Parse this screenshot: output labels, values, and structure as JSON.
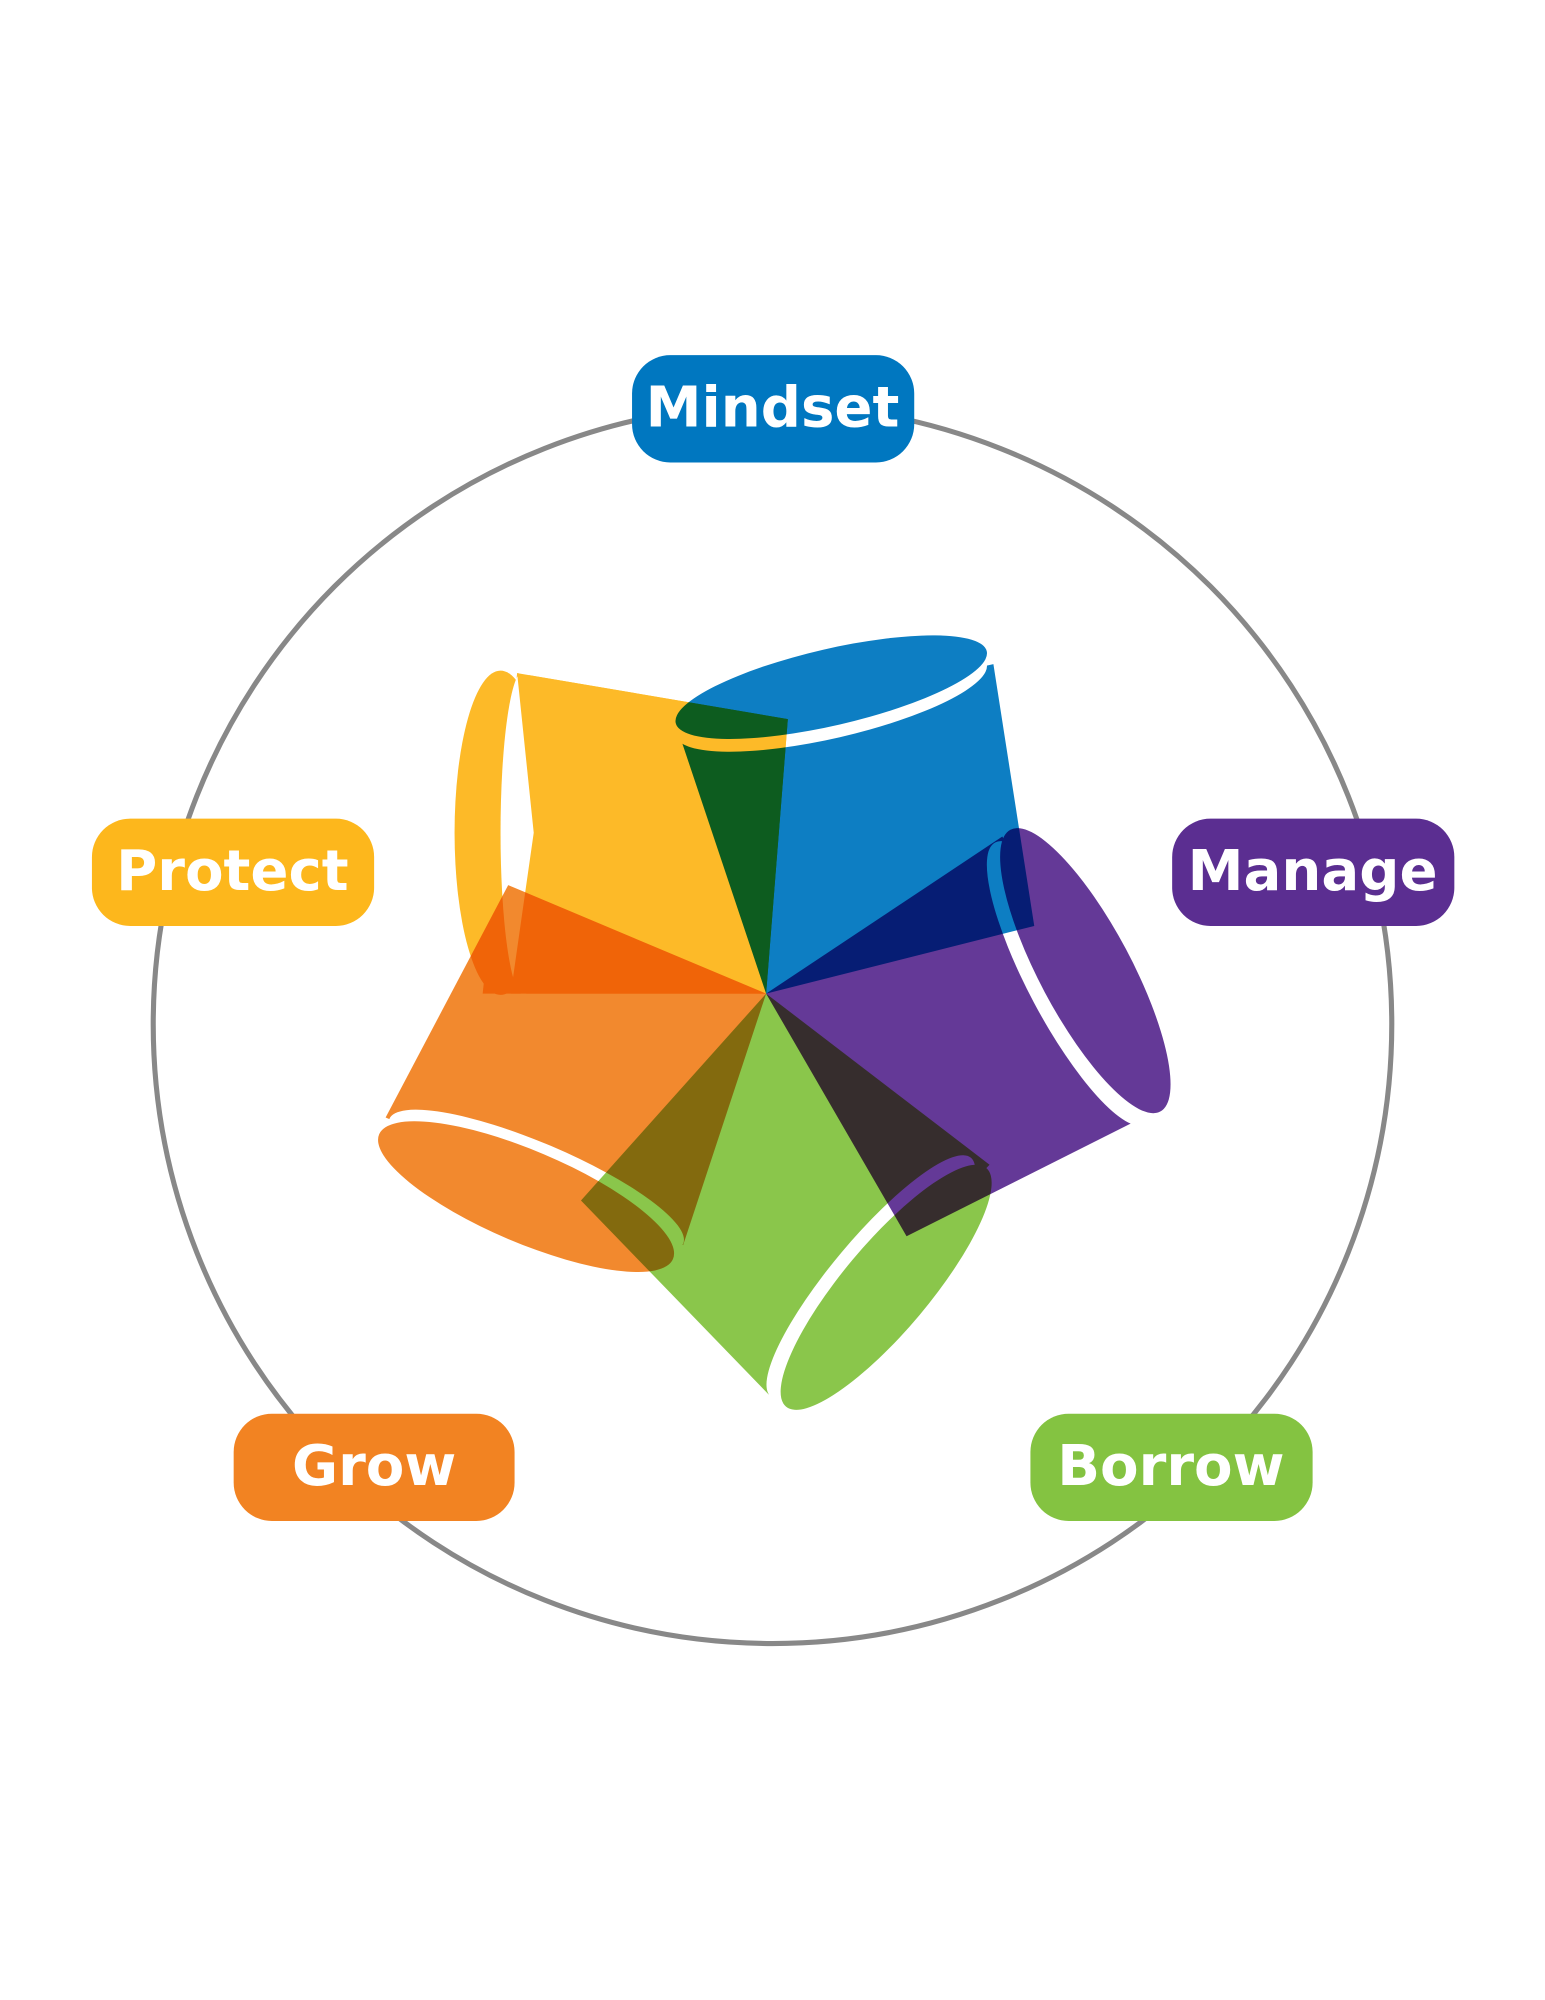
{
  "colors": {
    "mindset": "#0077c0",
    "manage": "#5b2e91",
    "borrow": "#84c341",
    "grow": "#f28322",
    "protect": "#fdb71c",
    "ring": "#888888"
  },
  "labels": {
    "mindset": "Mindset",
    "manage": "Manage",
    "borrow": "Borrow",
    "grow": "Grow",
    "protect": "Protect"
  }
}
